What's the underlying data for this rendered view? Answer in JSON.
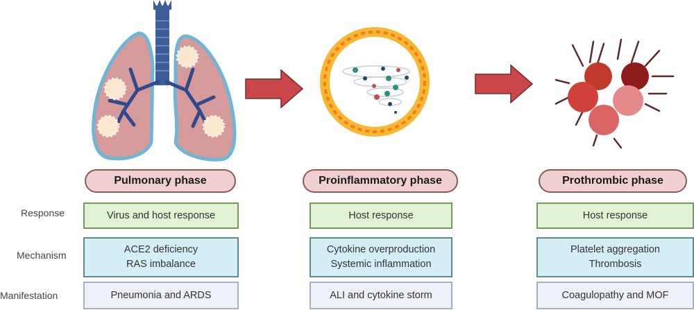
{
  "row_labels": {
    "response": "Response",
    "mechanism": "Mechanism",
    "manifestation": "Manifestation"
  },
  "phases": [
    {
      "title": "Pulmonary phase",
      "illustration": "lungs-icon",
      "response": "Virus and host response",
      "mechanism": [
        "ACE2 deficiency",
        "RAS imbalance"
      ],
      "manifestation": "Pneumonia and ARDS"
    },
    {
      "title": "Proinflammatory phase",
      "illustration": "cytokine-storm-fire-ring-icon",
      "response": "Host response",
      "mechanism": [
        "Cytokine overproduction",
        "Systemic inflammation"
      ],
      "manifestation": "ALI and cytokine storm"
    },
    {
      "title": "Prothrombic phase",
      "illustration": "platelet-aggregate-icon",
      "response": "Host response",
      "mechanism": [
        "Platelet aggregation",
        "Thrombosis"
      ],
      "manifestation": "Coagulopathy and MOF"
    }
  ],
  "arrows": [
    "arrow-right-icon",
    "arrow-right-icon"
  ],
  "colors": {
    "phase_fill": "#efcfcf",
    "response_fill": "#e1f3d4",
    "mechanism_fill": "#d5edf5",
    "manifestation_fill": "#eef0f7",
    "arrow": "#c9474a"
  }
}
